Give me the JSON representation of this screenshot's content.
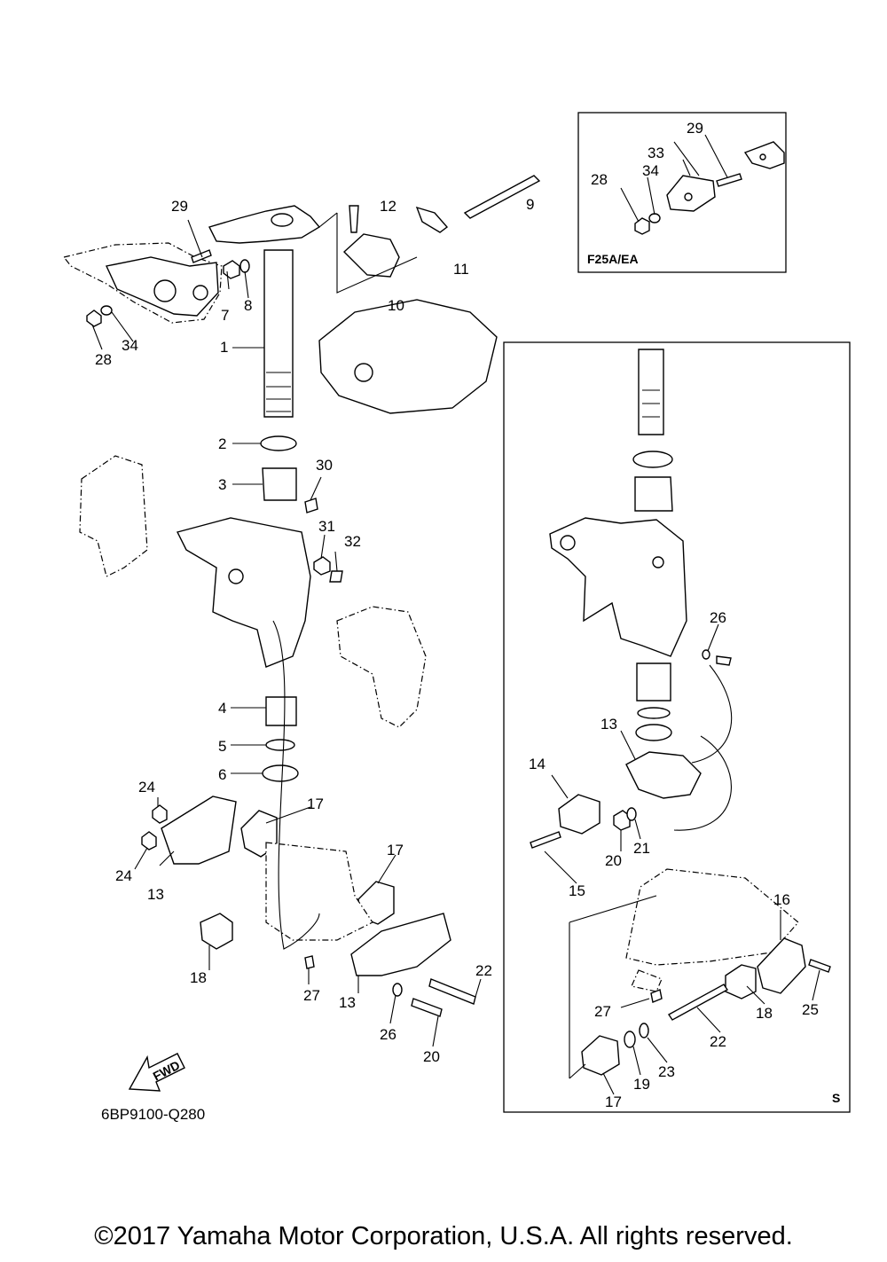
{
  "diagram_code": "6BP9100-Q280",
  "fwd_label": "FWD",
  "copyright": "©2017 Yamaha Motor Corporation, U.S.A. All rights reserved.",
  "inset_top": {
    "model_label": "F25A/EA"
  },
  "inset_right": {
    "corner_label": "S"
  },
  "callouts": [
    {
      "text": "29"
    },
    {
      "text": "12"
    },
    {
      "text": "9"
    },
    {
      "text": "11"
    },
    {
      "text": "7"
    },
    {
      "text": "8"
    },
    {
      "text": "10"
    },
    {
      "text": "34"
    },
    {
      "text": "28"
    },
    {
      "text": "1"
    },
    {
      "text": "2"
    },
    {
      "text": "3"
    },
    {
      "text": "30"
    },
    {
      "text": "31"
    },
    {
      "text": "32"
    },
    {
      "text": "4"
    },
    {
      "text": "5"
    },
    {
      "text": "6"
    },
    {
      "text": "24"
    },
    {
      "text": "24"
    },
    {
      "text": "13"
    },
    {
      "text": "17"
    },
    {
      "text": "17"
    },
    {
      "text": "18"
    },
    {
      "text": "27"
    },
    {
      "text": "13"
    },
    {
      "text": "26"
    },
    {
      "text": "22"
    },
    {
      "text": "20"
    },
    {
      "text": "29"
    },
    {
      "text": "33"
    },
    {
      "text": "34"
    },
    {
      "text": "28"
    },
    {
      "text": "26"
    },
    {
      "text": "13"
    },
    {
      "text": "14"
    },
    {
      "text": "20"
    },
    {
      "text": "21"
    },
    {
      "text": "15"
    },
    {
      "text": "16"
    },
    {
      "text": "18"
    },
    {
      "text": "25"
    },
    {
      "text": "27"
    },
    {
      "text": "22"
    },
    {
      "text": "23"
    },
    {
      "text": "19"
    },
    {
      "text": "17"
    }
  ]
}
